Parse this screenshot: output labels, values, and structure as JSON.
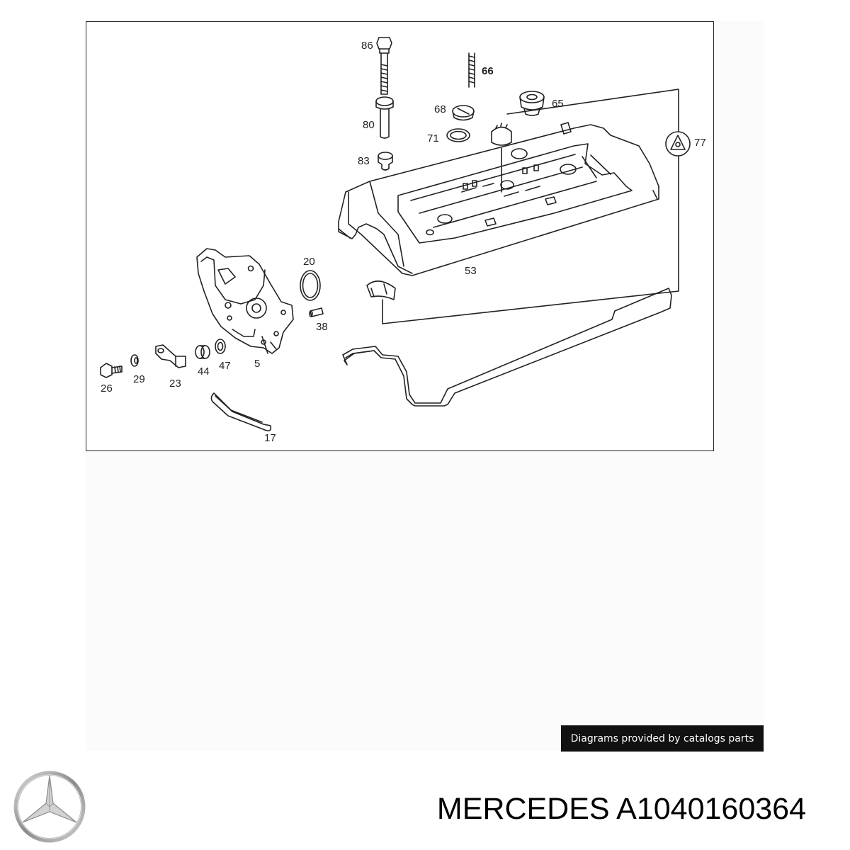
{
  "callouts": {
    "c86": "86",
    "c66": "66",
    "c68": "68",
    "c65": "65",
    "c80": "80",
    "c71": "71",
    "c77": "77",
    "c83": "83",
    "c20": "20",
    "c53": "53",
    "c38": "38",
    "c26": "26",
    "c29": "29",
    "c23": "23",
    "c44": "44",
    "c47": "47",
    "c5": "5",
    "c17": "17"
  },
  "credit": "Diagrams provided by catalogs parts",
  "title": "MERCEDES A1040160364",
  "logo_icon": "mercedes-star-icon",
  "colors": {
    "line": "#222222",
    "badge_bg": "#111111",
    "badge_text": "#ffffff"
  }
}
